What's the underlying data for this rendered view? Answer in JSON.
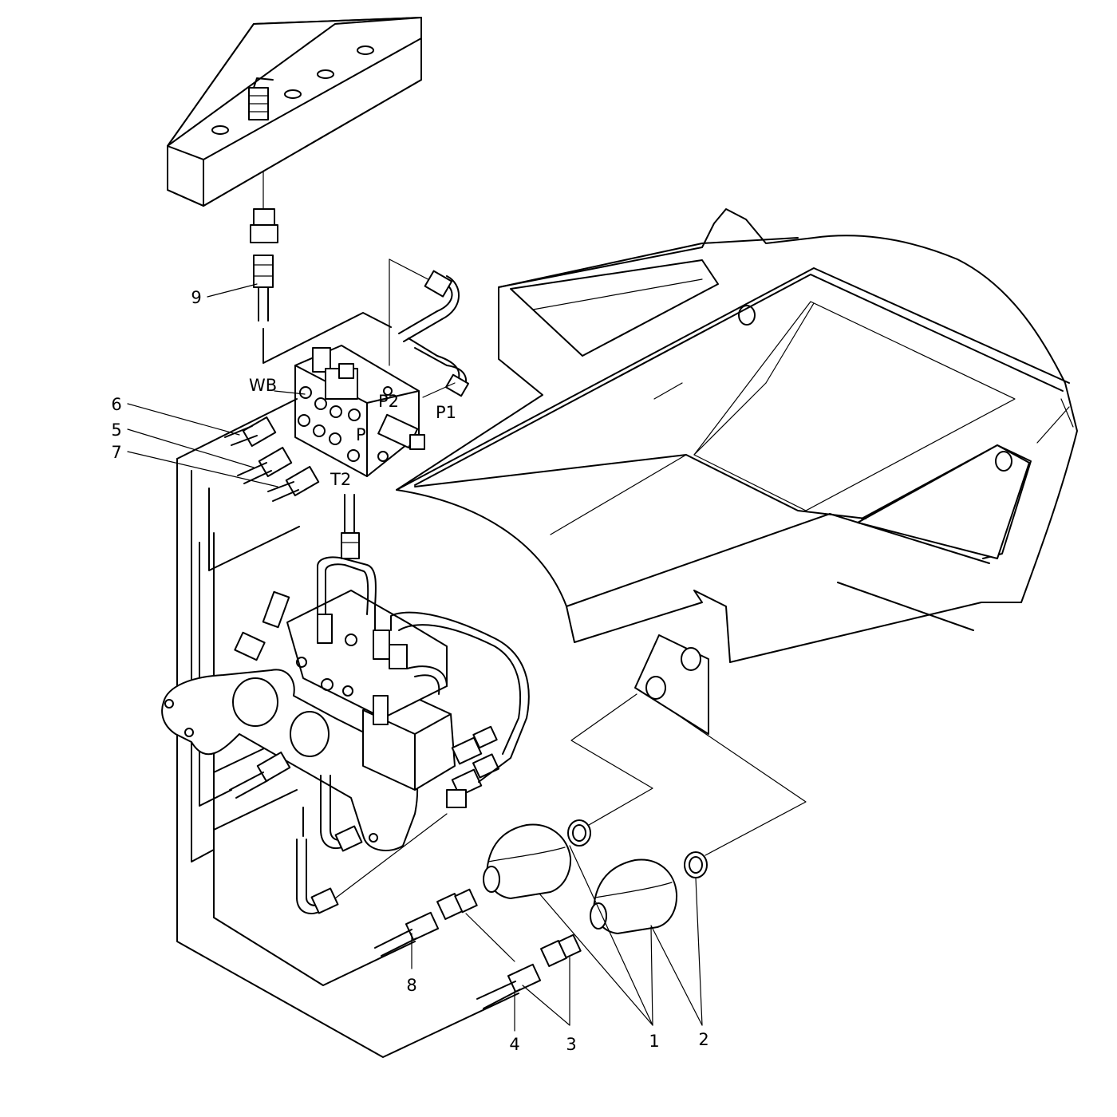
{
  "callouts": {
    "c1": "1",
    "c2": "2",
    "c3": "3",
    "c4": "4",
    "c5": "5",
    "c6": "6",
    "c7": "7",
    "c8": "8",
    "c9": "9"
  },
  "ports": {
    "wb": "WB",
    "p2": "P2",
    "p1": "P1",
    "p": "P",
    "t2": "T2"
  },
  "colors": {
    "line": "#000000",
    "background": "#ffffff"
  }
}
